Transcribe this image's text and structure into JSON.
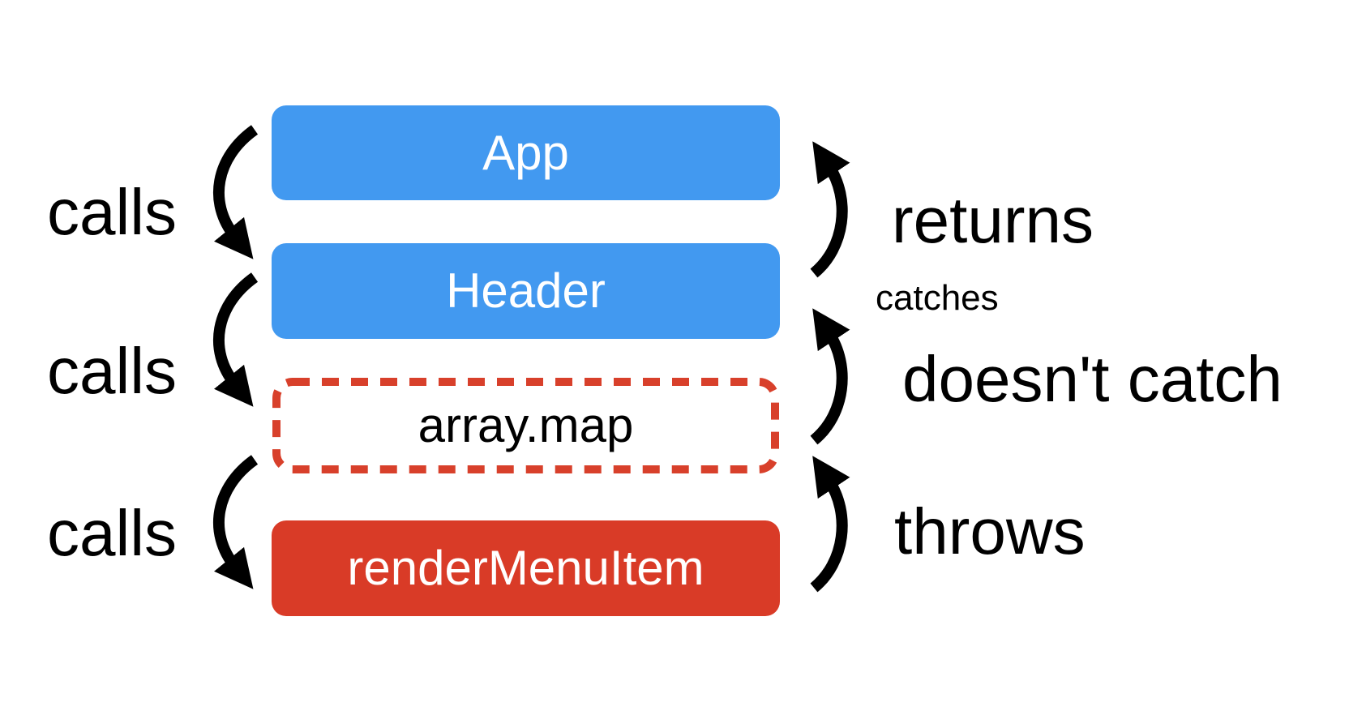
{
  "diagram": {
    "title_hint": "React error propagation call stack",
    "boxes": [
      {
        "id": "app",
        "label": "App",
        "style": "component-blue"
      },
      {
        "id": "header",
        "label": "Header",
        "style": "component-blue"
      },
      {
        "id": "array-map",
        "label": "array.map",
        "style": "dashed-red-outline"
      },
      {
        "id": "render-menu-item",
        "label": "renderMenuItem",
        "style": "error-red"
      }
    ],
    "call_labels": [
      {
        "text": "calls"
      },
      {
        "text": "calls"
      },
      {
        "text": "calls"
      }
    ],
    "return_labels": [
      {
        "text": "returns"
      },
      {
        "text": "catches"
      },
      {
        "text": "doesn't catch"
      },
      {
        "text": "throws"
      }
    ],
    "arrows": [
      {
        "name": "calls-arrow-1",
        "direction": "down",
        "from": "App",
        "to": "Header"
      },
      {
        "name": "calls-arrow-2",
        "direction": "down",
        "from": "Header",
        "to": "array.map"
      },
      {
        "name": "calls-arrow-3",
        "direction": "down",
        "from": "array.map",
        "to": "renderMenuItem"
      },
      {
        "name": "returns-arrow",
        "direction": "up",
        "from": "Header",
        "to": "App"
      },
      {
        "name": "doesnt-catch-arrow",
        "direction": "up",
        "from": "array.map",
        "to": "Header"
      },
      {
        "name": "throws-arrow",
        "direction": "up",
        "from": "renderMenuItem",
        "to": "array.map"
      }
    ],
    "colors": {
      "component_blue": "#4299f0",
      "error_red": "#d93b27",
      "dashed_border_red": "#d8402b",
      "arrow_black": "#000000",
      "label_black": "#000000",
      "box_text_white": "#ffffff",
      "background": "#ffffff"
    }
  }
}
